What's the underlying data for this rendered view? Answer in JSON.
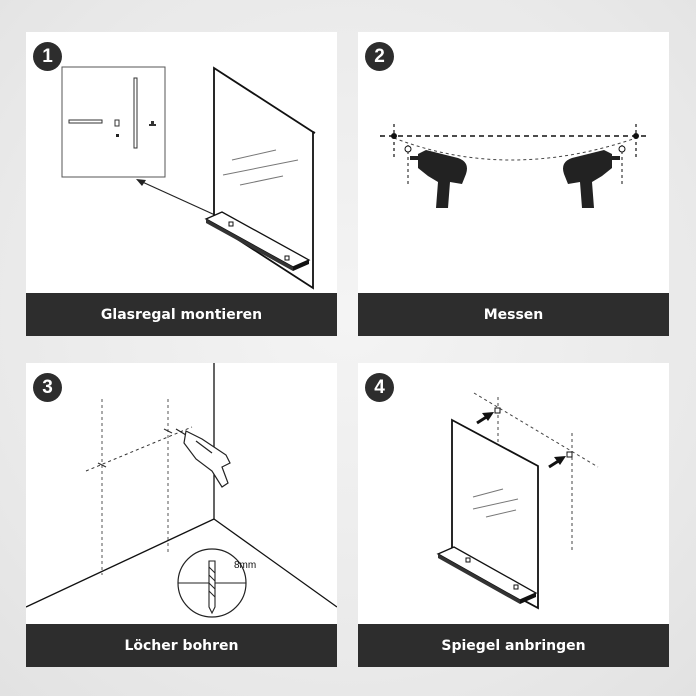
{
  "steps": [
    {
      "number": "1",
      "caption": "Glasregal montieren"
    },
    {
      "number": "2",
      "caption": "Messen"
    },
    {
      "number": "3",
      "caption": "Löcher bohren",
      "drill_size": "8mm"
    },
    {
      "number": "4",
      "caption": "Spiegel anbringen"
    }
  ],
  "colors": {
    "dark": "#2d2d2d",
    "panel": "#ffffff",
    "background": "#ececec"
  }
}
